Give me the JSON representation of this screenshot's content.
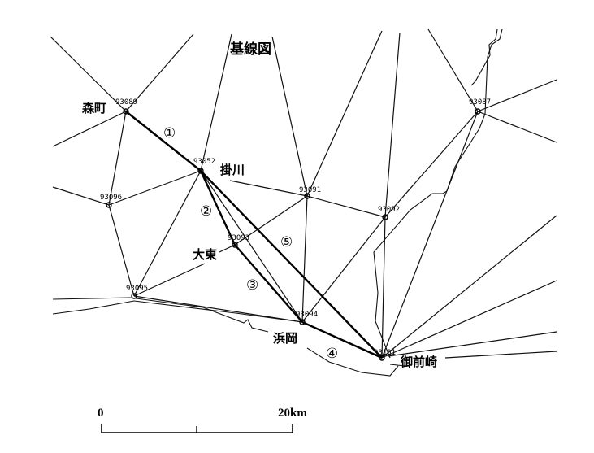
{
  "title": "基線図",
  "places": {
    "morimachi": "森町",
    "kakegawa": "掛川",
    "daito": "大東",
    "hamaoka": "浜岡",
    "omaezaki": "御前崎"
  },
  "stations": {
    "s93089": "93089",
    "s93052": "93052",
    "s93096": "93096",
    "s93091": "93091",
    "s93092": "93092",
    "s93093": "93093",
    "s93095": "93095",
    "s93094": "93094",
    "s93101": "93101",
    "s93087": "93087"
  },
  "baselines": {
    "b1": "①",
    "b2": "②",
    "b3": "③",
    "b4": "④",
    "b5": "⑤"
  },
  "scale_bar": {
    "start": "0",
    "end": "20km"
  }
}
